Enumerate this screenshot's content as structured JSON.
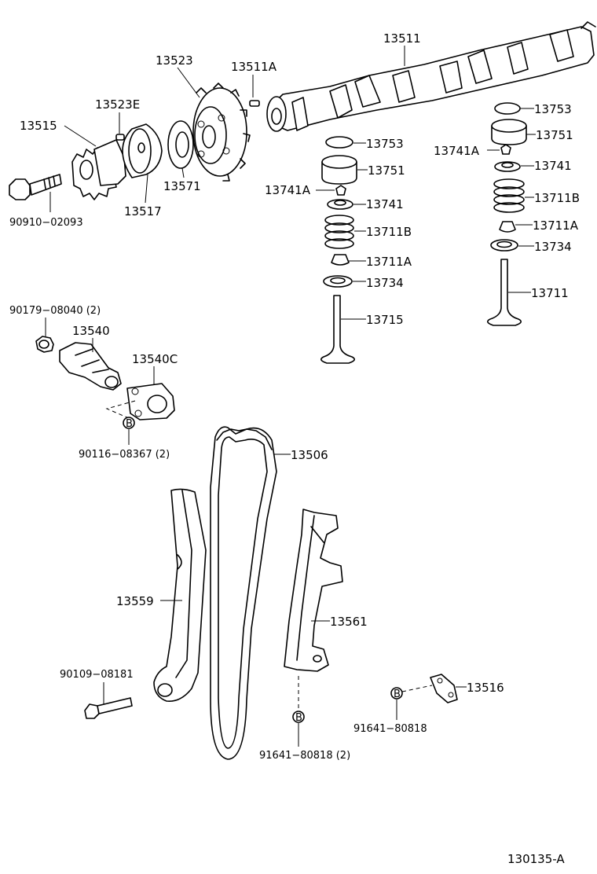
{
  "diagram_id": "130135-A",
  "labels": {
    "p13511": "13511",
    "p13523": "13523",
    "p13511A": "13511A",
    "p13523E": "13523E",
    "p13515": "13515",
    "p13517": "13517",
    "p13571": "13571",
    "p90910": "90910−02093",
    "p13753a": "13753",
    "p13751a": "13751",
    "p13741Aa": "13741A",
    "p13741a": "13741",
    "p13711Ba": "13711B",
    "p13711Aa": "13711A",
    "p13734a": "13734",
    "p13715": "13715",
    "p13753b": "13753",
    "p13751b": "13751",
    "p13741Ab": "13741A",
    "p13741b": "13741",
    "p13711Bb": "13711B",
    "p13711Ab": "13711A",
    "p13734b": "13734",
    "p13711": "13711",
    "p90179": "90179−08040 (2)",
    "p13540": "13540",
    "p13540C": "13540C",
    "p90116": "90116−08367 (2)",
    "p13506": "13506",
    "p13559": "13559",
    "p13561": "13561",
    "p90109": "90109−08181",
    "p91641a": "91641−80818 (2)",
    "p91641b": "91641−80818",
    "p13516": "13516"
  },
  "markers": {
    "b1": "B",
    "b2": "B",
    "b3": "B"
  }
}
